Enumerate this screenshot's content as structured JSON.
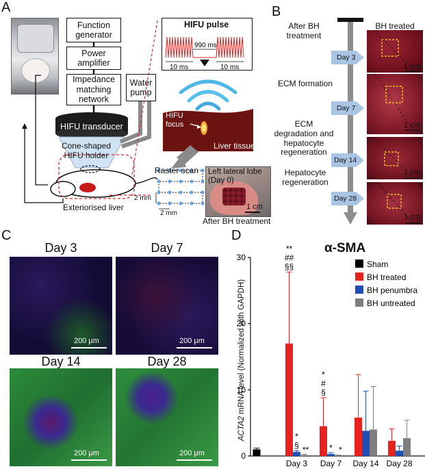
{
  "panels": {
    "a": "A",
    "b": "B",
    "c": "C",
    "d": "D"
  },
  "panel_a": {
    "boxes": [
      "Function generator",
      "Power amplifier",
      "Impedance matching network",
      "Water pump"
    ],
    "transducer": "HIFU transducer",
    "holder": "Cone-shaped HIFU holder",
    "exteriorised_liver": "Exteriorised liver",
    "pulse_title": "HIFU pulse",
    "pulse_gap": "990 ms",
    "pulse_width_1": "10 ms",
    "pulse_width_2": "10 ms",
    "focus": "HIFU focus",
    "liver_tissue": "Liver tissue",
    "raster_scan": "Raster scan",
    "raster_dim_v": "2 mm",
    "raster_dim_h": "2 mm",
    "lobe_label": "Left lateral lobe (Day 0)",
    "photo_scale": "1 cm",
    "after_bh": "After BH treatment"
  },
  "panel_b": {
    "header_left": "After BH treatment",
    "header_right": "BH treated liver tissues",
    "days": [
      "Day 3",
      "Day 7",
      "Day 14",
      "Day 28"
    ],
    "stages": [
      "ECM formation",
      "ECM degradation and hepatocyte regeneration",
      "Hepatocyte regeneration"
    ],
    "scale": "1 cm"
  },
  "panel_c": {
    "days": [
      "Day 3",
      "Day 7",
      "Day 14",
      "Day 28"
    ],
    "scale": "200 μm"
  },
  "panel_d": {
    "colors": {
      "sham": "#000000",
      "treated": "#e8231f",
      "penumbra": "#1f4fb5",
      "untreated": "#7f7f7f"
    },
    "chart_data": {
      "type": "bar",
      "title": "α-SMA",
      "ylabel": "ACTA2 mRNA level (Normalized with GAPDH)",
      "ylabel_italic": "ACTA2",
      "ylabel_rest": " mRNA level (Normalized with GAPDH)",
      "ylim": [
        0,
        30
      ],
      "yticks": [
        0,
        10,
        20,
        30
      ],
      "categories": [
        "Day 3",
        "Day 7",
        "Day 14",
        "Day 28"
      ],
      "legend": [
        "Sham",
        "BH treated",
        "BH penumbra",
        "BH untreated"
      ],
      "legend_position": "top-right",
      "sham": {
        "name": "Sham",
        "value": 1.0,
        "error": 0.2
      },
      "series": [
        {
          "name": "BH treated",
          "values": [
            17.0,
            4.5,
            5.8,
            2.3
          ],
          "errors": [
            10.8,
            4.3,
            6.5,
            1.8
          ]
        },
        {
          "name": "BH penumbra",
          "values": [
            0.6,
            0.3,
            3.8,
            0.8
          ],
          "errors": [
            0.2,
            0.2,
            6.0,
            0.7
          ]
        },
        {
          "name": "BH untreated",
          "values": [
            0.15,
            0.1,
            4.0,
            2.7
          ],
          "errors": [
            0.1,
            0.05,
            6.5,
            2.7
          ]
        }
      ],
      "annotations": [
        {
          "text": "**",
          "target": "Day 3 BH treated"
        },
        {
          "text": "##",
          "target": "Day 3 BH treated"
        },
        {
          "text": "§§",
          "target": "Day 3 BH treated"
        },
        {
          "text": "*",
          "target": "Day 3 BH penumbra"
        },
        {
          "text": "§",
          "target": "Day 3 BH penumbra"
        },
        {
          "text": "**",
          "target": "Day 3 BH untreated"
        },
        {
          "text": "*",
          "target": "Day 7 BH treated"
        },
        {
          "text": "#",
          "target": "Day 7 BH treated"
        },
        {
          "text": "§",
          "target": "Day 7 BH treated"
        },
        {
          "text": "*",
          "target": "Day 7 BH penumbra"
        },
        {
          "text": "*",
          "target": "Day 7 BH untreated"
        }
      ]
    }
  }
}
